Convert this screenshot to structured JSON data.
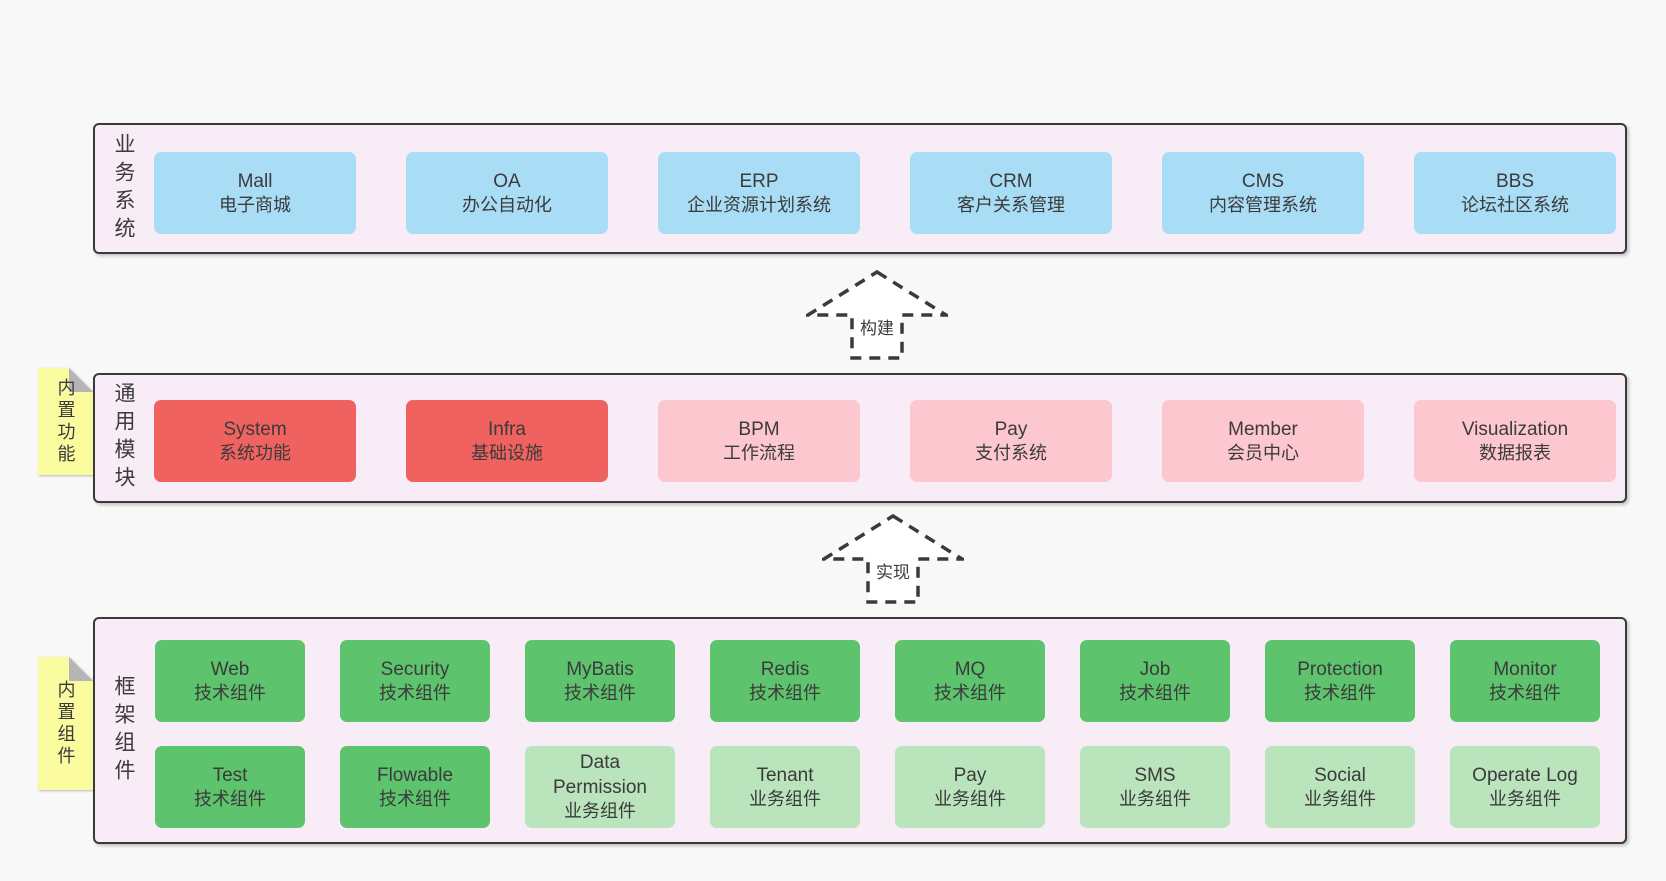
{
  "colors": {
    "page_bg": "#f8f8f8",
    "band_bg": "#f8edf6",
    "band_border": "#3a3a3a",
    "blue_box": "#a9ddf6",
    "red_box": "#f0625f",
    "pink_box": "#fcc7cf",
    "green_box": "#5dc36c",
    "light_green_box": "#bae4bc",
    "note_yellow": "#fafa9e",
    "note_fold_gray": "#b5b5b5",
    "text": "#3b3b3b"
  },
  "arrows": [
    {
      "label": "构建"
    },
    {
      "label": "实现"
    }
  ],
  "bands": [
    {
      "id": "business-systems",
      "label": "业务系统",
      "boxes": [
        {
          "name": "Mall",
          "desc": "电子商城",
          "variant": "blue"
        },
        {
          "name": "OA",
          "desc": "办公自动化",
          "variant": "blue"
        },
        {
          "name": "ERP",
          "desc": "企业资源计划系统",
          "variant": "blue"
        },
        {
          "name": "CRM",
          "desc": "客户关系管理",
          "variant": "blue"
        },
        {
          "name": "CMS",
          "desc": "内容管理系统",
          "variant": "blue"
        },
        {
          "name": "BBS",
          "desc": "论坛社区系统",
          "variant": "blue"
        }
      ]
    },
    {
      "id": "common-modules",
      "label": "通用模块",
      "note": "内置功能",
      "boxes": [
        {
          "name": "System",
          "desc": "系统功能",
          "variant": "red"
        },
        {
          "name": "Infra",
          "desc": "基础设施",
          "variant": "red"
        },
        {
          "name": "BPM",
          "desc": "工作流程",
          "variant": "pink"
        },
        {
          "name": "Pay",
          "desc": "支付系统",
          "variant": "pink"
        },
        {
          "name": "Member",
          "desc": "会员中心",
          "variant": "pink"
        },
        {
          "name": "Visualization",
          "desc": "数据报表",
          "variant": "pink"
        }
      ]
    },
    {
      "id": "framework-components",
      "label": "框架组件",
      "note": "内置组件",
      "rows": [
        [
          {
            "name": "Web",
            "desc": "技术组件",
            "variant": "green"
          },
          {
            "name": "Security",
            "desc": "技术组件",
            "variant": "green"
          },
          {
            "name": "MyBatis",
            "desc": "技术组件",
            "variant": "green"
          },
          {
            "name": "Redis",
            "desc": "技术组件",
            "variant": "green"
          },
          {
            "name": "MQ",
            "desc": "技术组件",
            "variant": "green"
          },
          {
            "name": "Job",
            "desc": "技术组件",
            "variant": "green"
          },
          {
            "name": "Protection",
            "desc": "技术组件",
            "variant": "green"
          },
          {
            "name": "Monitor",
            "desc": "技术组件",
            "variant": "green"
          }
        ],
        [
          {
            "name": "Test",
            "desc": "技术组件",
            "variant": "green"
          },
          {
            "name": "Flowable",
            "desc": "技术组件",
            "variant": "green"
          },
          {
            "name": "Data Permission",
            "desc": "业务组件",
            "variant": "green-light"
          },
          {
            "name": "Tenant",
            "desc": "业务组件",
            "variant": "green-light"
          },
          {
            "name": "Pay",
            "desc": "业务组件",
            "variant": "green-light"
          },
          {
            "name": "SMS",
            "desc": "业务组件",
            "variant": "green-light"
          },
          {
            "name": "Social",
            "desc": "业务组件",
            "variant": "green-light"
          },
          {
            "name": "Operate Log",
            "desc": "业务组件",
            "variant": "green-light"
          }
        ]
      ]
    }
  ]
}
